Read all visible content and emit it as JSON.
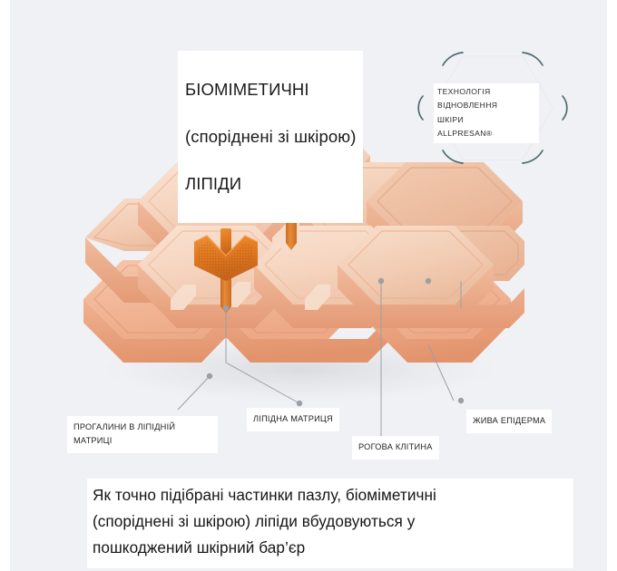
{
  "colors": {
    "background": "#ffffff",
    "panel": "#f0f1f4",
    "hex_top_light": "#f7dac8",
    "hex_top_mid": "#f3cdb6",
    "hex_side": "#eba98a",
    "hex_base": "#e9a07c",
    "hex_rim": "#fae3d4",
    "lipid_orange": "#e07820",
    "lipid_orange_dark": "#c4631a",
    "leader_line": "#9aa0a6",
    "badge_bracket": "#4c6a72",
    "text_dark": "#1a1a1a"
  },
  "title": {
    "line1": "БІОМІМЕТИЧНІ",
    "line2": "(споріднені зі шкірою)",
    "line3": "ЛІПІДИ"
  },
  "badge": {
    "line1": "ТЕХНОЛОГІЯ",
    "line2": "ВІДНОВЛЕННЯ",
    "line3": "ШКІРИ",
    "line4": "ALLPRESAN®",
    "bracket_icon": "corner-bracket-icon"
  },
  "callouts": [
    {
      "id": "gaps-in-lipid-matrix",
      "text": "ПРОГАЛИНИ В ЛІПІДНІЙ\nМАТРИЦІ"
    },
    {
      "id": "lipid-matrix",
      "text": "ЛІПІДНА МАТРИЦЯ"
    },
    {
      "id": "corneocyte",
      "text": "РОГОВА КЛІТИНА"
    },
    {
      "id": "living-epidermis",
      "text": "ЖИВА ЕПІДЕРМА"
    }
  ],
  "caption": {
    "text": "Як точно підібрані частинки пазлу, біоміметичні\n(споріднені зі шкірою) ліпіди вбудовуються у\nпошкоджений шкірний бар’єр"
  },
  "illustration": {
    "name": "skin-barrier-honeycomb-diagram",
    "hex_tile_count": 10,
    "lipid_connector_count": 2,
    "leader_dot_count": 6
  }
}
